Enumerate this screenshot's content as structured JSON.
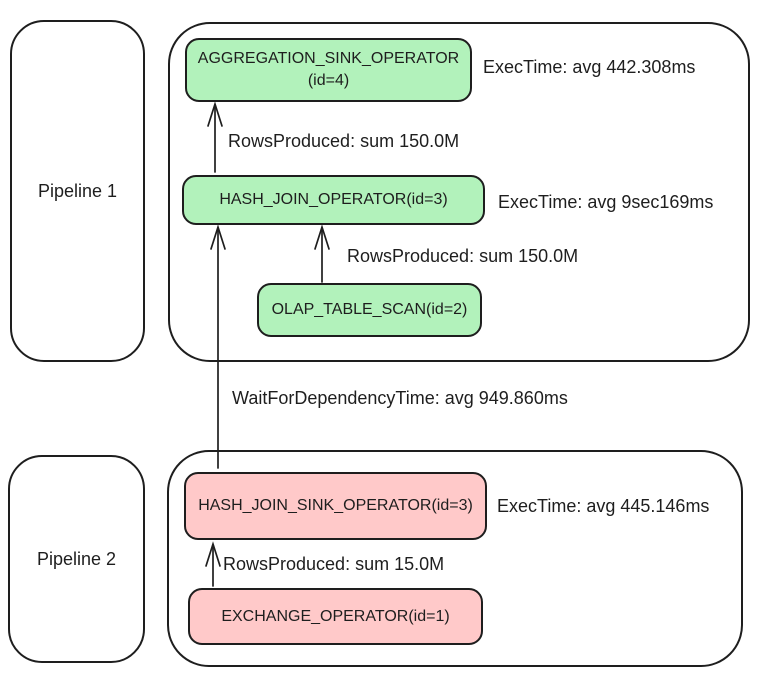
{
  "colors": {
    "stroke": "#1e1e1e",
    "node_green": "#b2f2bb",
    "node_pink": "#ffc9c9",
    "background": "#ffffff"
  },
  "pipeline1": {
    "label": "Pipeline 1",
    "nodes": {
      "aggregation_sink": {
        "title_line1": "AGGREGATION_SINK_OPERATOR",
        "title_line2": "(id=4)",
        "exec_time": "ExecTime: avg 442.308ms"
      },
      "hash_join": {
        "title": "HASH_JOIN_OPERATOR(id=3)",
        "exec_time": "ExecTime: avg 9sec169ms"
      },
      "olap_table_scan": {
        "title": "OLAP_TABLE_SCAN(id=2)"
      }
    },
    "edges": {
      "hash_join_to_aggregation": "RowsProduced: sum 150.0M",
      "olap_to_hash_join": "RowsProduced: sum 150.0M"
    }
  },
  "cross_pipeline_edge": {
    "label": "WaitForDependencyTime: avg 949.860ms"
  },
  "pipeline2": {
    "label": "Pipeline 2",
    "nodes": {
      "hash_join_sink": {
        "title": "HASH_JOIN_SINK_OPERATOR(id=3)",
        "exec_time": "ExecTime: avg 445.146ms"
      },
      "exchange": {
        "title": "EXCHANGE_OPERATOR(id=1)"
      }
    },
    "edges": {
      "exchange_to_hash_join_sink": "RowsProduced: sum 15.0M"
    }
  }
}
